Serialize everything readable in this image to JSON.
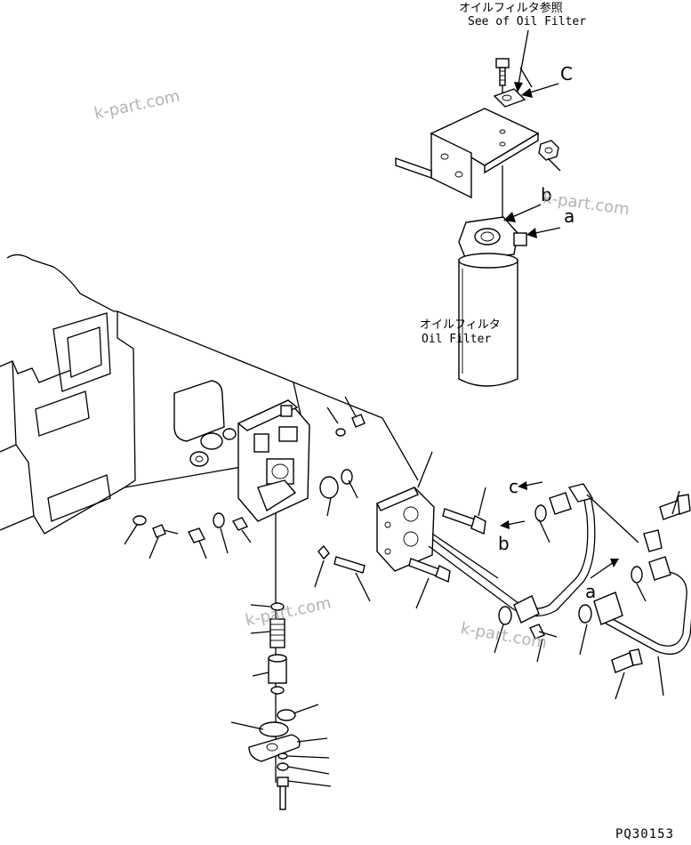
{
  "filter_ref": {
    "jp": "オイルフィルタ参照",
    "en": "See of Oil Filter"
  },
  "filter": {
    "jp": "オイルフィルタ",
    "en": "Oil Filter"
  },
  "callouts": {
    "c_top": "C",
    "b_top": "b",
    "a_top": "a",
    "c_pipe": "c",
    "b_pipe": "b",
    "a_pipe": "a"
  },
  "watermarks": [
    "k-part.com",
    "k-part.com",
    "k-part.com",
    "k-part.com"
  ],
  "drawing_code": "PQ30153"
}
